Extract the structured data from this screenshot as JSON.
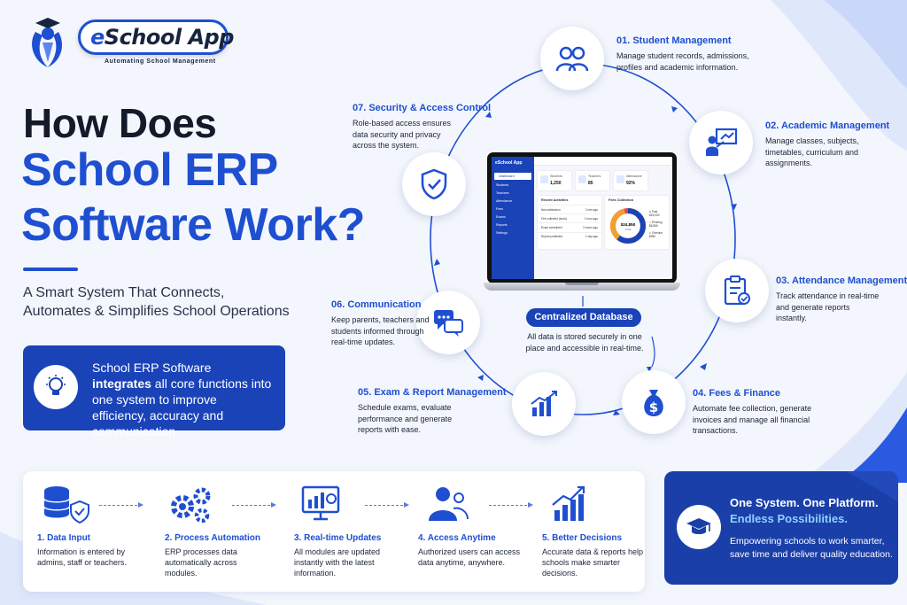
{
  "logo": {
    "brand_e": "e",
    "brand_rest": "School App",
    "tagline": "Automating School Management"
  },
  "hero": {
    "line1": "How Does",
    "line2": "School ERP",
    "line3": "Software Work?",
    "subtitle_1": "A Smart System That Connects,",
    "subtitle_2": "Automates & Simplifies School Operations"
  },
  "intro": {
    "pre": "School ERP Software ",
    "bold": "integrates",
    "post": " all core functions into one system to improve efficiency, accuracy and communication."
  },
  "modules": [
    {
      "title": "01. Student Management",
      "desc": "Manage student records, admissions, profiles and academic information.",
      "icon": "users-icon"
    },
    {
      "title": "02. Academic Management",
      "desc": "Manage classes, subjects, timetables, curriculum and assignments.",
      "icon": "teacher-board-icon"
    },
    {
      "title": "03. Attendance Management",
      "desc": "Track attendance in real-time and generate reports instantly.",
      "icon": "clipboard-check-icon"
    },
    {
      "title": "04. Fees & Finance",
      "desc": "Automate fee collection, generate invoices and manage all financial transactions.",
      "icon": "money-bag-icon"
    },
    {
      "title": "05. Exam & Report Management",
      "desc": "Schedule exams, evaluate performance and generate reports with ease.",
      "icon": "bar-chart-icon"
    },
    {
      "title": "06. Communication",
      "desc": "Keep parents, teachers and students informed through real-time updates.",
      "icon": "chat-bubbles-icon"
    },
    {
      "title": "07. Security & Access Control",
      "desc": "Role-based access ensures data security and privacy across the system.",
      "icon": "shield-check-icon"
    }
  ],
  "database": {
    "label": "Centralized Database",
    "desc": "All data is stored securely in one place and accessible in real-time."
  },
  "dashboard": {
    "brand": "eSchool App",
    "nav": [
      "Dashboard",
      "Students",
      "Teachers",
      "Attendance",
      "Fees",
      "Exams",
      "Reports",
      "Settings"
    ],
    "cards": [
      {
        "label": "Students",
        "value": "1,250"
      },
      {
        "label": "Teachers",
        "value": "85"
      },
      {
        "label": "Attendance",
        "value": "92%"
      }
    ],
    "activities_title": "Recent Activities",
    "activities": [
      {
        "text": "New admission",
        "time": "2 min ago"
      },
      {
        "text": "Fee collected (book)",
        "time": "1 hour ago"
      },
      {
        "text": "Exam scheduled",
        "time": "3 hours ago"
      },
      {
        "text": "Report published",
        "time": "1 day ago"
      }
    ],
    "fees_title": "Fees Collection",
    "fees_total": "$24,850",
    "fees_total_label": "Total",
    "fees_legend": [
      {
        "label": "Paid",
        "value": "$15,000",
        "color": "#1a43b8"
      },
      {
        "label": "Pending",
        "value": "$6,850",
        "color": "#f0a030"
      },
      {
        "label": "Overdue",
        "value": "$950",
        "color": "#e04848"
      }
    ]
  },
  "steps": [
    {
      "title": "1. Data Input",
      "desc": "Information is entered by admins, staff or teachers.",
      "icon": "database-shield-icon"
    },
    {
      "title": "2. Process Automation",
      "desc": "ERP processes data automatically across modules.",
      "icon": "gears-icon"
    },
    {
      "title": "3. Real-time Updates",
      "desc": "All modules are updated instantly with the latest information.",
      "icon": "monitor-chart-icon"
    },
    {
      "title": "4. Access Anytime",
      "desc": "Authorized users can access data anytime, anywhere.",
      "icon": "user-group-icon"
    },
    {
      "title": "5. Better Decisions",
      "desc": "Accurate data & reports help schools make smarter decisions.",
      "icon": "growth-chart-icon"
    }
  ],
  "outro": {
    "line1": "One System. One Platform.",
    "line2": "Endless Possibilities.",
    "desc": "Empowering schools to work smarter, save time and deliver quality education."
  },
  "colors": {
    "primary": "#1f4fd1",
    "dark_blue": "#1a43b8",
    "text": "#1c2437",
    "accent_light": "#8fd0ff"
  }
}
